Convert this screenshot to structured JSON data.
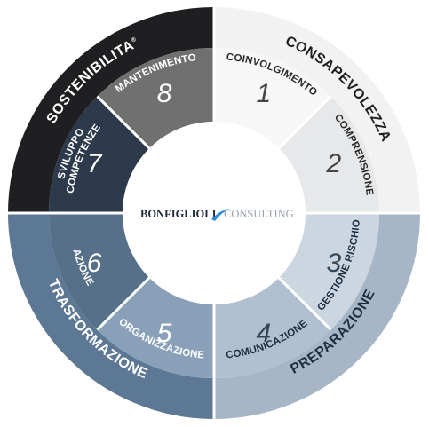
{
  "quadrants": [
    {
      "id": "sostenibilita",
      "label": "SOSTENIBILITA",
      "mark": "®",
      "color": "#1f1f22",
      "text_color": "#ffffff"
    },
    {
      "id": "consapevolezza",
      "label": "CONSAPEVOLEZZA",
      "color": "#f2f2f3",
      "text_color": "#1f1f22"
    },
    {
      "id": "preparazione",
      "label": "PREPARAZIONE",
      "color": "#a7b6c6",
      "text_color": "#1f2f42"
    },
    {
      "id": "trasformazione",
      "label": "TRASFORMAZIONE",
      "color": "#5c7894",
      "text_color": "#ffffff"
    }
  ],
  "segments": [
    {
      "number": "1",
      "label": "COINVOLGIMENTO",
      "color": "#f7f7f8",
      "text_color": "#2a2a2a",
      "num_color": "#444444"
    },
    {
      "number": "2",
      "label": "COMPRENSIONE",
      "color": "#e6e8ea",
      "text_color": "#2a2a2a",
      "num_color": "#444444"
    },
    {
      "number": "3",
      "label": "GESTIONE RISCHIO",
      "color": "#ccd6e0",
      "text_color": "#1f2f42",
      "num_color": "#334455"
    },
    {
      "number": "4",
      "label": "COMUNICAZIONE",
      "color": "#b0c0d0",
      "text_color": "#1f2f42",
      "num_color": "#334455"
    },
    {
      "number": "5",
      "label": "ORGANIZZAZIONE",
      "color": "#8aa0b8",
      "text_color": "#ffffff",
      "num_color": "#ffffff"
    },
    {
      "number": "6",
      "label": "AZIONE",
      "color": "#557088",
      "text_color": "#ffffff",
      "num_color": "#ffffff"
    },
    {
      "number": "7",
      "label_lines": [
        "SVILUPPO",
        "COMPETENZE"
      ],
      "color": "#2c3a4c",
      "text_color": "#ffffff",
      "num_color": "#ffffff"
    },
    {
      "number": "8",
      "label": "MANTENIMENTO",
      "color": "#707070",
      "text_color": "#ffffff",
      "num_color": "#ffffff"
    }
  ],
  "logo": {
    "name_part1": "BONFIGLIOLI",
    "name_part2": "CONSULTING",
    "swoosh_color": "#2f8fd6"
  }
}
